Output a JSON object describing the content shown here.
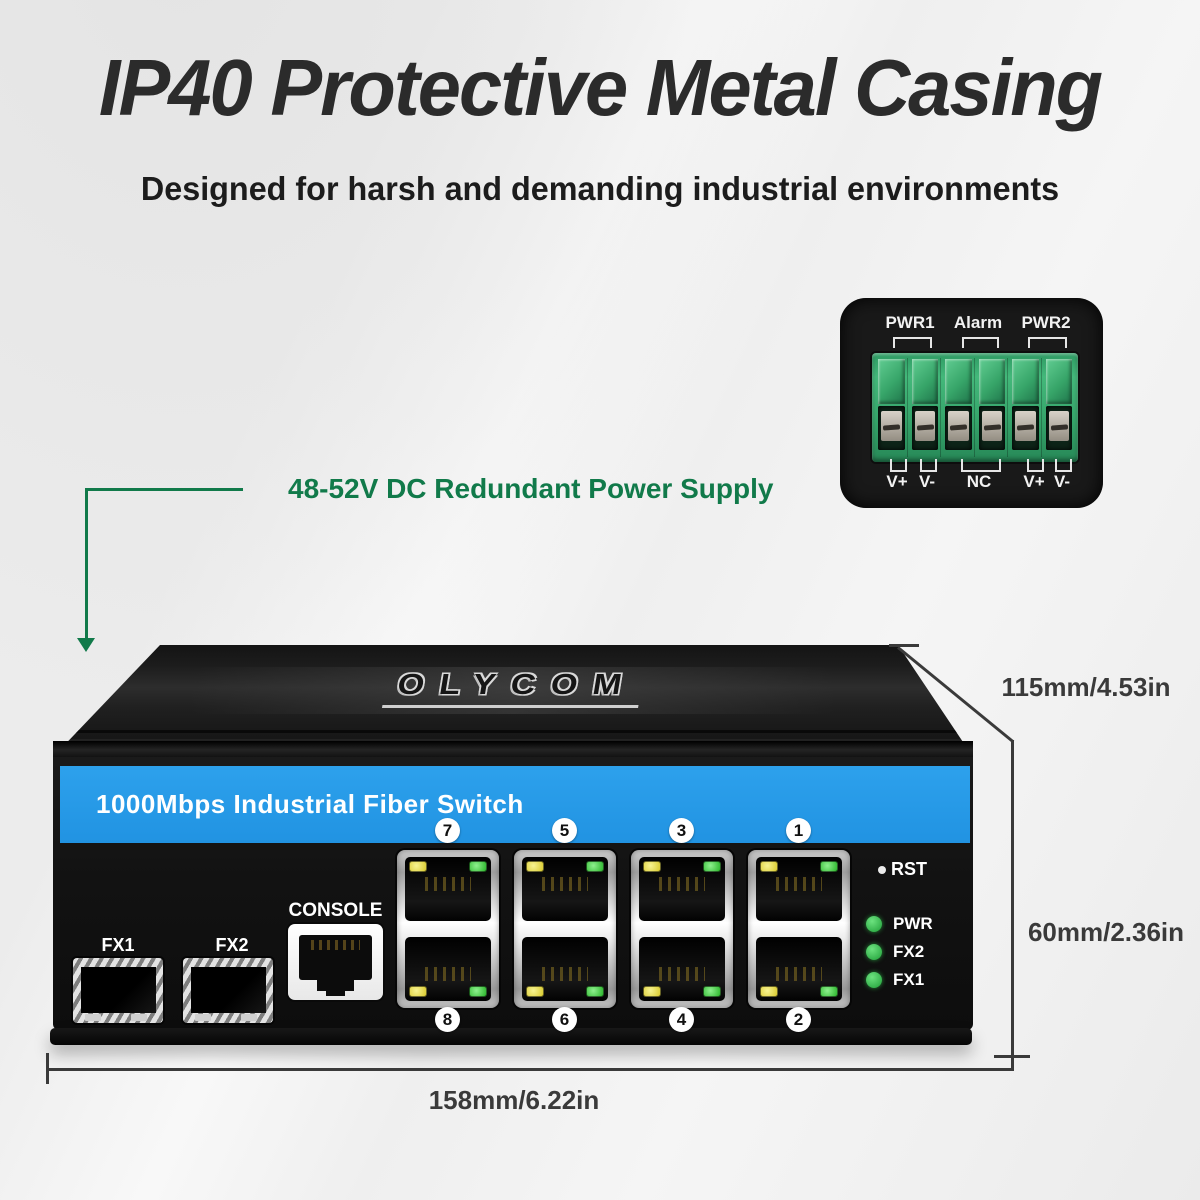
{
  "header": {
    "title": "IP40 Protective Metal Casing",
    "subtitle": "Designed for harsh and demanding industrial environments"
  },
  "annotation": {
    "text": "48-52V DC Redundant Power Supply"
  },
  "power_inset": {
    "group_labels": [
      "PWR1",
      "Alarm",
      "PWR2"
    ],
    "terminal_labels": [
      "V+",
      "V-",
      "NC",
      "V+",
      "V-"
    ]
  },
  "device": {
    "brand": "OLYCOM",
    "banner": "1000Mbps Industrial Fiber Switch",
    "console_label": "CONSOLE",
    "reset_label": "RST",
    "status_leds": [
      "PWR",
      "FX2",
      "FX1"
    ],
    "sfp_ports": [
      "FX1",
      "FX2"
    ],
    "rj45_top_numbers": [
      "7",
      "5",
      "3",
      "1"
    ],
    "rj45_bottom_numbers": [
      "8",
      "6",
      "4",
      "2"
    ]
  },
  "dimensions": {
    "depth": "115mm/4.53in",
    "height": "60mm/2.36in",
    "width": "158mm/6.22in"
  },
  "colors": {
    "accent_green": "#117a4a",
    "banner_blue": "#2398e8",
    "terminal_green": "#3db377",
    "led_green": "#2eb84c",
    "led_yellow": "#e0d23e",
    "device_black": "#141414",
    "dimension_text": "#3a3a3a"
  }
}
